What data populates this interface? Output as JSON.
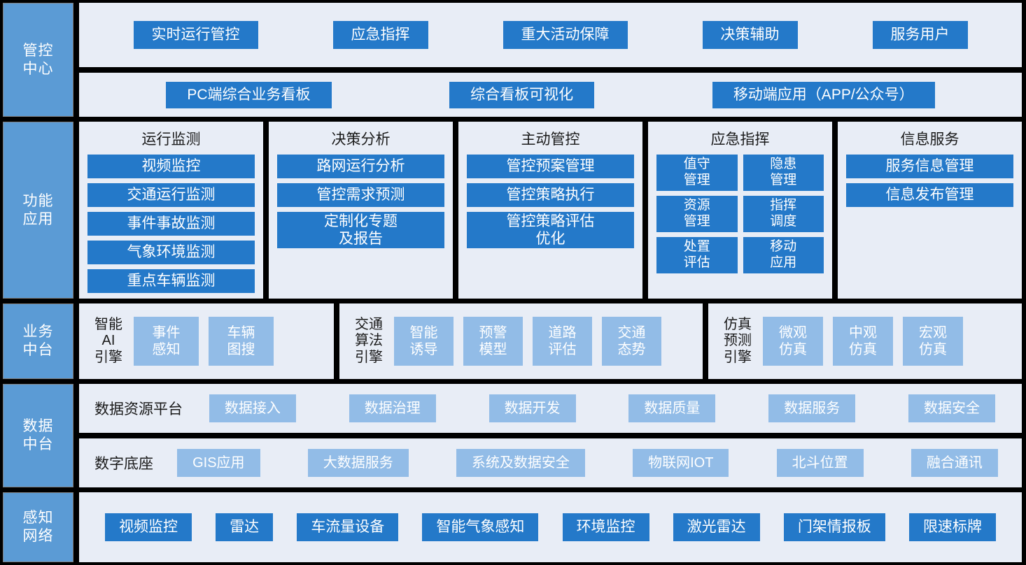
{
  "rows": [
    {
      "id": "control-center",
      "side_label": [
        "管控",
        "中心"
      ],
      "groups": [
        {
          "items": [
            "实时运行管控",
            "应急指挥",
            "重大活动保障",
            "决策辅助",
            "服务用户"
          ]
        },
        {
          "items": [
            "PC端综合业务看板",
            "综合看板可视化",
            "移动端应用（APP/公众号）"
          ]
        }
      ]
    },
    {
      "id": "functional-application",
      "side_label": [
        "功能",
        "应用"
      ],
      "columns": [
        {
          "title": "运行监测",
          "layout": "stack",
          "items": [
            "视频监控",
            "交通运行监测",
            "事件事故监测",
            "气象环境监测",
            "重点车辆监测"
          ]
        },
        {
          "title": "决策分析",
          "layout": "stack",
          "items": [
            "路网运行分析",
            "管控需求预测",
            "定制化专题\n及报告"
          ]
        },
        {
          "title": "主动管控",
          "layout": "stack",
          "items": [
            "管控预案管理",
            "管控策略执行",
            "管控策略评估\n优化"
          ]
        },
        {
          "title": "应急指挥",
          "layout": "grid2",
          "items": [
            "值守\n管理",
            "隐患\n管理",
            "资源\n管理",
            "指挥\n调度",
            "处置\n评估",
            "移动\n应用"
          ]
        },
        {
          "title": "信息服务",
          "layout": "stack",
          "items": [
            "服务信息管理",
            "信息发布管理"
          ]
        }
      ]
    },
    {
      "id": "business-middle-platform",
      "side_label": [
        "业务",
        "中台"
      ],
      "groups": [
        {
          "label": "智能\nAI\n引擎",
          "items": [
            "事件\n感知",
            "车辆\n图搜"
          ]
        },
        {
          "label": "交通\n算法\n引擎",
          "items": [
            "智能\n诱导",
            "预警\n模型",
            "道路\n评估",
            "交通\n态势"
          ]
        },
        {
          "label": "仿真\n预测\n引擎",
          "items": [
            "微观\n仿真",
            "中观\n仿真",
            "宏观\n仿真"
          ]
        }
      ]
    },
    {
      "id": "data-middle-platform",
      "side_label": [
        "数据",
        "中台"
      ],
      "bands": [
        {
          "lead": "数据资源平台",
          "items": [
            "数据接入",
            "数据治理",
            "数据开发",
            "数据质量",
            "数据服务",
            "数据安全"
          ]
        },
        {
          "lead": "数字底座",
          "items": [
            "GIS应用",
            "大数据服务",
            "系统及数据安全",
            "物联网IOT",
            "北斗位置",
            "融合通讯"
          ]
        }
      ]
    },
    {
      "id": "perception-network",
      "side_label": [
        "感知",
        "网络"
      ],
      "items": [
        "视频监控",
        "雷达",
        "车流量设备",
        "智能气象感知",
        "环境监控",
        "激光雷达",
        "门架情报板",
        "限速标牌"
      ]
    }
  ],
  "colors": {
    "sidebar_blue": "#5B9BD5",
    "primary_blue": "#2479C9",
    "light_blue": "#92BCE7",
    "panel_bg": "#E8EDF6",
    "background": "#000000"
  }
}
